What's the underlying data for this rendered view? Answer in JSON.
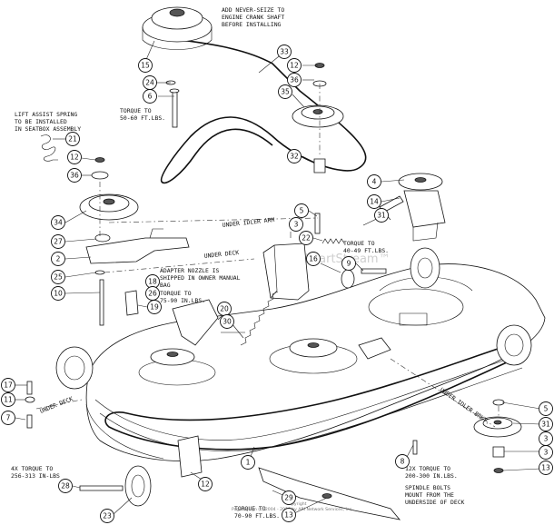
{
  "notes": {
    "never_seize": [
      "ADD NEVER-SEIZE TO",
      "ENGINE CRANK SHAFT",
      "BEFORE INSTALLING"
    ],
    "lift_assist": [
      "LIFT ASSIST SPRING",
      "TO BE INSTALLED",
      "IN SEATBOX ASSEMBLY"
    ],
    "torque_50_60": [
      "TORQUE TO",
      "50-60 FT.LBS."
    ],
    "under_idler_arm": "UNDER IDLER ARM",
    "under_deck_mid": "UNDER DECK",
    "torque_40_49": [
      "TORQUE TO",
      "40-49 FT.LBS."
    ],
    "adapter_nozzle": [
      "ADAPTER NOZZLE IS",
      "SHIPPED IN OWNER MANUAL",
      "BAG"
    ],
    "torque_75_90": [
      "TORQUE TO",
      "75-90 IN.LBS."
    ],
    "under_deck_left": "UNDER DECK",
    "under_idler_brkt": "UNDER IDLER BRKT.",
    "torque_200_300": [
      "12X TORQUE TO",
      "200-300 IN.LBS."
    ],
    "spindle_bolts": [
      "SPINDLE BOLTS",
      "MOUNT FROM THE",
      "UNDERSIDE OF DECK"
    ],
    "torque_256_313": [
      "4X TORQUE TO",
      "256-313 IN-LBS"
    ],
    "torque_70_90": [
      "TORQUE TO",
      "70-90 FT.LBS."
    ]
  },
  "watermark": "ARI PartStream™",
  "footer": [
    "Copyright",
    "Page design (c) 2004 - 2016 by ARI Network Services, Inc."
  ],
  "callouts": [
    {
      "id": "c15",
      "label": "15"
    },
    {
      "id": "c33",
      "label": "33"
    },
    {
      "id": "c12a",
      "label": "12"
    },
    {
      "id": "c24",
      "label": "24"
    },
    {
      "id": "c36a",
      "label": "36"
    },
    {
      "id": "c6",
      "label": "6"
    },
    {
      "id": "c35",
      "label": "35"
    },
    {
      "id": "c21",
      "label": "21"
    },
    {
      "id": "c12b",
      "label": "12"
    },
    {
      "id": "c36b",
      "label": "36"
    },
    {
      "id": "c32",
      "label": "32"
    },
    {
      "id": "c4",
      "label": "4"
    },
    {
      "id": "c14",
      "label": "14"
    },
    {
      "id": "c34",
      "label": "34"
    },
    {
      "id": "c5a",
      "label": "5"
    },
    {
      "id": "c31a",
      "label": "31"
    },
    {
      "id": "c3",
      "label": "3"
    },
    {
      "id": "c27",
      "label": "27"
    },
    {
      "id": "c22",
      "label": "22"
    },
    {
      "id": "c2",
      "label": "2"
    },
    {
      "id": "c16",
      "label": "16"
    },
    {
      "id": "c9",
      "label": "9"
    },
    {
      "id": "c25",
      "label": "25"
    },
    {
      "id": "c18",
      "label": "18"
    },
    {
      "id": "c10",
      "label": "10"
    },
    {
      "id": "c26",
      "label": "26"
    },
    {
      "id": "c19",
      "label": "19"
    },
    {
      "id": "c20",
      "label": "20"
    },
    {
      "id": "c30",
      "label": "30"
    },
    {
      "id": "c17",
      "label": "17"
    },
    {
      "id": "c11",
      "label": "11"
    },
    {
      "id": "c7",
      "label": "7"
    },
    {
      "id": "c5b",
      "label": "5"
    },
    {
      "id": "c31b",
      "label": "31"
    },
    {
      "id": "c3b",
      "label": "3"
    },
    {
      "id": "c3c",
      "label": "3"
    },
    {
      "id": "c13",
      "label": "13"
    },
    {
      "id": "c8",
      "label": "8"
    },
    {
      "id": "c1",
      "label": "1"
    },
    {
      "id": "c28",
      "label": "28"
    },
    {
      "id": "c12c",
      "label": "12"
    },
    {
      "id": "c29",
      "label": "29"
    },
    {
      "id": "c13b",
      "label": "13"
    },
    {
      "id": "c23",
      "label": "23"
    }
  ]
}
